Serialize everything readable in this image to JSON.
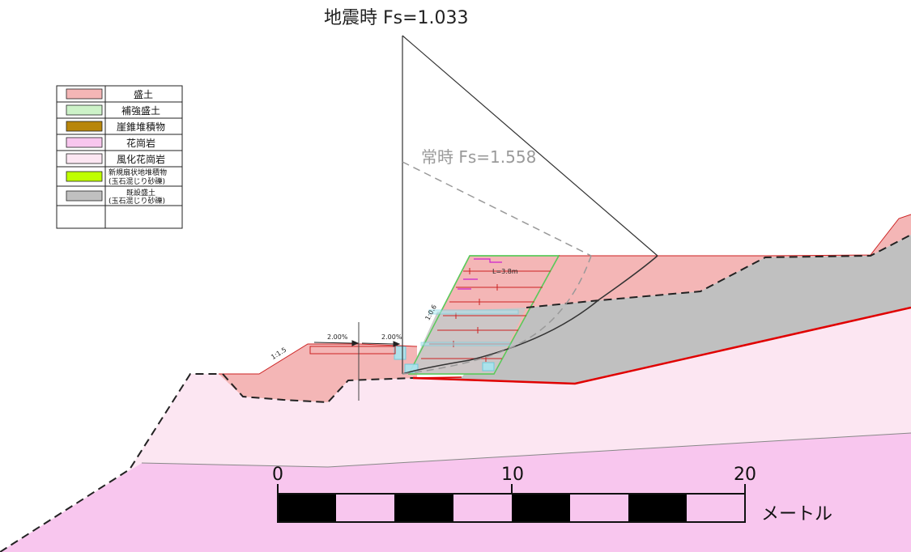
{
  "labels": {
    "seismic": "地震時 Fs=1.033",
    "normal": "常時 Fs=1.558",
    "grade_left": "2.00%",
    "grade_right": "2.00%",
    "slope_left": "1:1.5",
    "slope_face": "1:0.6",
    "anchor_length": "L=3.8m"
  },
  "legend": {
    "items": [
      {
        "label": "盛土",
        "color": "#f4b6b6"
      },
      {
        "label": "補強盛土",
        "color": "#cdf2c8"
      },
      {
        "label": "崖錐堆積物",
        "color": "#b8860b"
      },
      {
        "label": "花崗岩",
        "color": "#f8c6ee"
      },
      {
        "label": "風化花崗岩",
        "color": "#fce6f2"
      },
      {
        "label": "新規扇状地堆積物",
        "label2": "(玉石混じり砂礫)",
        "color": "#bfff00"
      },
      {
        "label": "既設盛土",
        "label2": "(玉石混じり砂礫)",
        "color": "#c0c0c0"
      }
    ]
  },
  "scale": {
    "ticks": [
      "0",
      "10",
      "20"
    ],
    "unit": "メートル"
  }
}
